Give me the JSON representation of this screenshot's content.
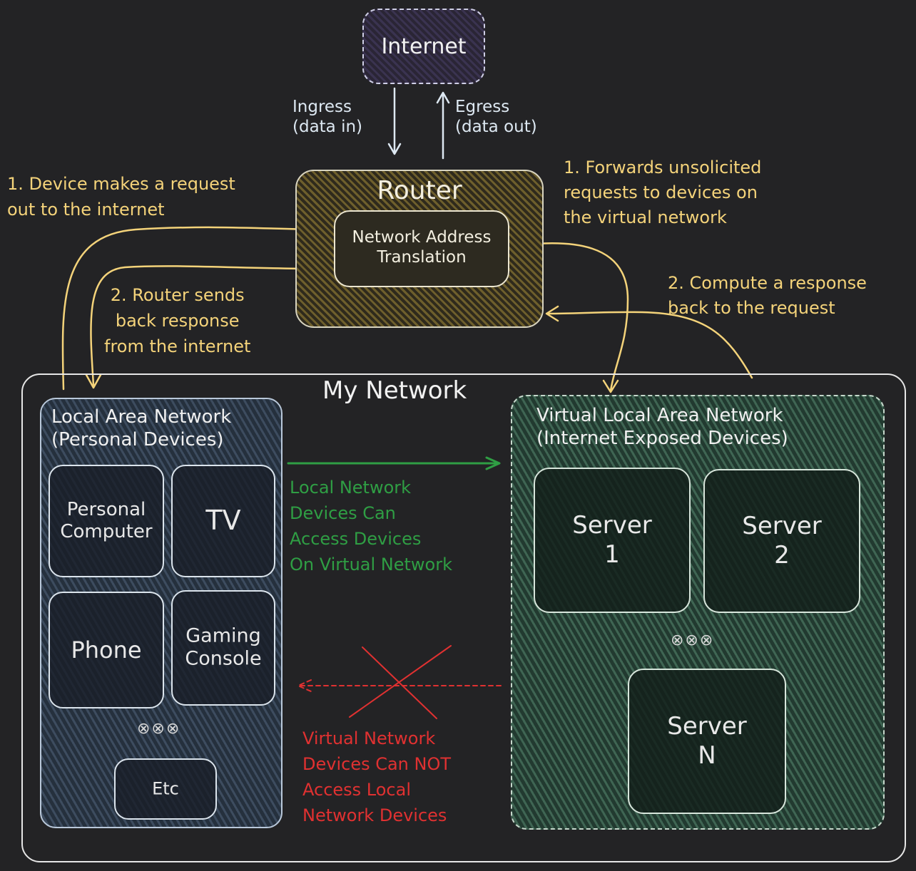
{
  "colors": {
    "yellow": "#f4d37a",
    "green": "#2f9e44",
    "red": "#e03131",
    "arrow_white": "#dde8f2"
  },
  "internet": {
    "label": "Internet"
  },
  "ingress": {
    "label": "Ingress\n(data in)"
  },
  "egress": {
    "label": "Egress\n(data out)"
  },
  "router": {
    "label": "Router",
    "nat_label": "Network Address\nTranslation"
  },
  "annotations": {
    "device_request": "1. Device makes a request\nout to the internet",
    "router_sends": "2. Router sends\nback response\nfrom the internet",
    "forwards": "1. Forwards unsolicited\nrequests to devices on\nthe virtual network",
    "compute": "2. Compute a response\nback to the request"
  },
  "my_network": {
    "label": "My Network"
  },
  "lan": {
    "label": "Local Area Network\n(Personal Devices)",
    "devices": [
      "Personal\nComputer",
      "TV",
      "Phone",
      "Gaming\nConsole"
    ],
    "etc": "Etc"
  },
  "vlan": {
    "label": "Virtual Local Area Network\n(Internet Exposed Devices)",
    "servers": [
      "Server\n1",
      "Server\n2",
      "Server\nN"
    ]
  },
  "access_allowed": "Local Network\nDevices Can\nAccess Devices\nOn Virtual Network",
  "access_denied": "Virtual Network\nDevices Can NOT\nAccess Local\nNetwork Devices"
}
